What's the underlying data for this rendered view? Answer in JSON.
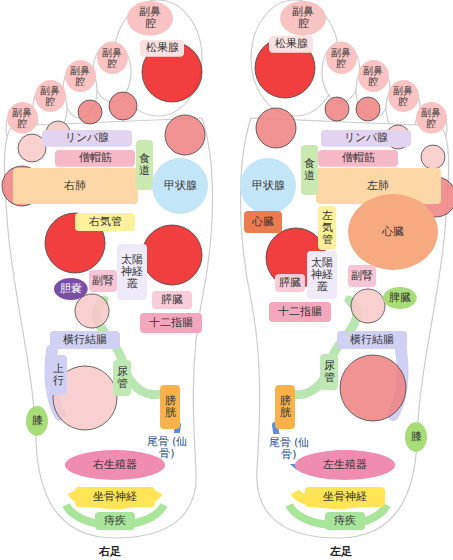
{
  "diagram": {
    "nodes": [
      {
        "text": [
          "副鼻腔"
        ]
      },
      {
        "text": [
          "松果腺"
        ]
      },
      {
        "text": [
          "副鼻腔"
        ]
      },
      {
        "text": [
          "副鼻腔"
        ]
      },
      {
        "text": [
          "副鼻腔"
        ]
      },
      {
        "text": [
          "副鼻腔"
        ]
      },
      {
        "text": [
          "リンパ腺"
        ]
      },
      {
        "text": [
          "僧帽筋"
        ]
      },
      {
        "text": [
          "右肺"
        ]
      },
      {
        "text": [
          "食道"
        ]
      },
      {
        "text": [
          "甲状腺"
        ]
      },
      {
        "text": [
          "右気管"
        ]
      },
      {
        "text": [
          "太陽神経叢"
        ]
      },
      {
        "text": [
          "胆嚢"
        ]
      },
      {
        "text": [
          "副腎"
        ]
      },
      {
        "text": [
          "膵臓"
        ]
      },
      {
        "text": [
          "十二指腸"
        ]
      },
      {
        "text": [
          "横行結腸"
        ]
      },
      {
        "text": [
          "上行"
        ]
      },
      {
        "text": [
          "尿管"
        ]
      },
      {
        "text": [
          "膀胱"
        ]
      },
      {
        "text": [
          "膝"
        ]
      },
      {
        "text": [
          "尾骨 (仙骨)"
        ]
      },
      {
        "text": [
          "右生殖器"
        ]
      },
      {
        "text": [
          "坐骨神経"
        ]
      },
      {
        "text": [
          "痔疾"
        ]
      },
      {
        "text": [
          "副鼻腔"
        ]
      },
      {
        "text": [
          "松果腺"
        ]
      },
      {
        "text": [
          "副鼻腔"
        ]
      },
      {
        "text": [
          "副鼻腔"
        ]
      },
      {
        "text": [
          "副鼻腔"
        ]
      },
      {
        "text": [
          "副鼻腔"
        ]
      },
      {
        "text": [
          "リンパ腺"
        ]
      },
      {
        "text": [
          "僧帽筋"
        ]
      },
      {
        "text": [
          "左肺"
        ]
      },
      {
        "text": [
          "食道"
        ]
      },
      {
        "text": [
          "甲状腺"
        ]
      },
      {
        "text": [
          "心臓"
        ]
      },
      {
        "text": [
          "左気管"
        ]
      },
      {
        "text": [
          "心臓"
        ]
      },
      {
        "text": [
          "太陽神経叢"
        ]
      },
      {
        "text": [
          "副腎"
        ]
      },
      {
        "text": [
          "膵臓"
        ]
      },
      {
        "text": [
          "脾臓"
        ]
      },
      {
        "text": [
          "十二指腸"
        ]
      },
      {
        "text": [
          "横行結腸"
        ]
      },
      {
        "text": [
          "尿管"
        ]
      },
      {
        "text": [
          "膀胱"
        ]
      },
      {
        "text": [
          "膝"
        ]
      },
      {
        "text": [
          "尾骨 (仙骨)"
        ]
      },
      {
        "text": [
          "左生殖器"
        ]
      },
      {
        "text": [
          "坐骨神経"
        ]
      },
      {
        "text": [
          "痔疾"
        ]
      }
    ],
    "labels": [
      "右足",
      "左足"
    ]
  }
}
